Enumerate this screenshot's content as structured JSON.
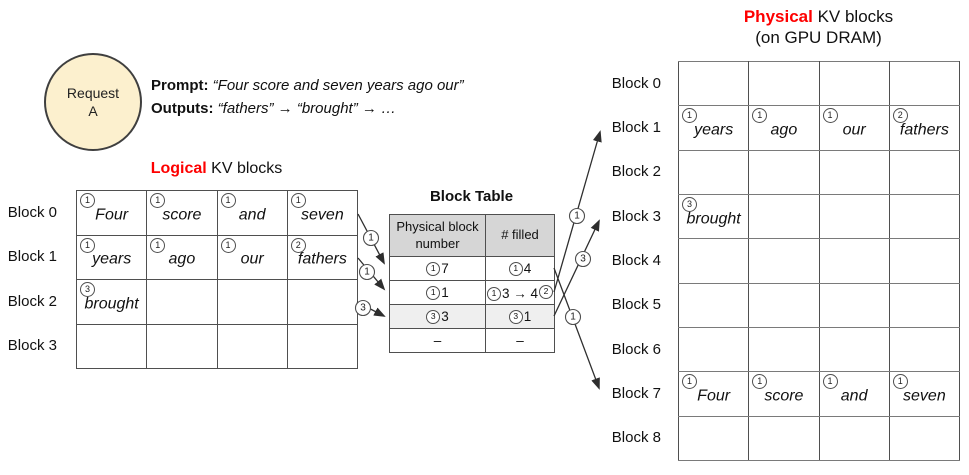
{
  "request": {
    "line1": "Request",
    "line2": "A"
  },
  "prompt": {
    "label": "Prompt:",
    "text": "“Four score and seven years ago our”"
  },
  "outputs": {
    "label": "Outputs:",
    "text": "“fathers” → “brought” → …"
  },
  "logical": {
    "title_red": "Logical",
    "title_rest": " KV blocks",
    "row_labels": [
      "Block 0",
      "Block 1",
      "Block 2",
      "Block 3"
    ],
    "rows": [
      [
        {
          "n": "1",
          "w": "Four",
          "bg": "cream"
        },
        {
          "n": "1",
          "w": "score",
          "bg": "cream"
        },
        {
          "n": "1",
          "w": "and",
          "bg": "cream"
        },
        {
          "n": "1",
          "w": "seven",
          "bg": "cream"
        }
      ],
      [
        {
          "n": "1",
          "w": "years",
          "bg": "cream"
        },
        {
          "n": "1",
          "w": "ago",
          "bg": "cream"
        },
        {
          "n": "1",
          "w": "our",
          "bg": "cream"
        },
        {
          "n": "2",
          "w": "fathers",
          "bg": "gold"
        }
      ],
      [
        {
          "n": "3",
          "w": "brought",
          "bg": "gold"
        },
        {},
        {},
        {}
      ],
      [
        {},
        {},
        {},
        {}
      ]
    ]
  },
  "block_table": {
    "title": "Block Table",
    "headers": [
      "Physical block number",
      "# filled"
    ],
    "rows": [
      {
        "shade": false,
        "cells": [
          {
            "pre": "1",
            "val": "7"
          },
          {
            "pre": "1",
            "val": "4"
          }
        ]
      },
      {
        "shade": false,
        "cells": [
          {
            "pre": "1",
            "val": "1"
          },
          {
            "pre": "1",
            "val": "3 → 4",
            "post": "2"
          }
        ]
      },
      {
        "shade": true,
        "cells": [
          {
            "pre": "3",
            "val": "3"
          },
          {
            "pre": "3",
            "val": "1"
          }
        ]
      },
      {
        "shade": false,
        "cells": [
          {
            "val": "–"
          },
          {
            "val": "–"
          }
        ]
      }
    ]
  },
  "physical": {
    "title_red": "Physical",
    "title_rest": " KV blocks",
    "subtitle": "(on GPU DRAM)",
    "row_labels": [
      "Block 0",
      "Block 1",
      "Block 2",
      "Block 3",
      "Block 4",
      "Block 5",
      "Block 6",
      "Block 7",
      "Block 8"
    ],
    "rows": [
      [
        {},
        {},
        {},
        {}
      ],
      [
        {
          "n": "1",
          "w": "years",
          "bg": "cream"
        },
        {
          "n": "1",
          "w": "ago",
          "bg": "cream"
        },
        {
          "n": "1",
          "w": "our",
          "bg": "cream"
        },
        {
          "n": "2",
          "w": "fathers",
          "bg": "gold"
        }
      ],
      [
        {},
        {},
        {},
        {}
      ],
      [
        {
          "n": "3",
          "w": "brought",
          "bg": "gold"
        },
        {},
        {},
        {}
      ],
      [
        {},
        {},
        {},
        {}
      ],
      [
        {},
        {},
        {},
        {}
      ],
      [
        {},
        {},
        {},
        {}
      ],
      [
        {
          "n": "1",
          "w": "Four",
          "bg": "cream"
        },
        {
          "n": "1",
          "w": "score",
          "bg": "cream"
        },
        {
          "n": "1",
          "w": "and",
          "bg": "cream"
        },
        {
          "n": "1",
          "w": "seven",
          "bg": "cream"
        }
      ],
      [
        {},
        {},
        {},
        {}
      ]
    ]
  },
  "arrows": {
    "labels": [
      "1",
      "1",
      "3",
      "1",
      "3",
      "1"
    ]
  },
  "colors": {
    "accent_red": "#FE0000",
    "cell_cream": "#FBEECD",
    "cell_gold": "#F8CD5F",
    "header_gray": "#D6D6D6",
    "shade_gray": "#EFEFEF",
    "border_gray": "#4f4f4f"
  }
}
